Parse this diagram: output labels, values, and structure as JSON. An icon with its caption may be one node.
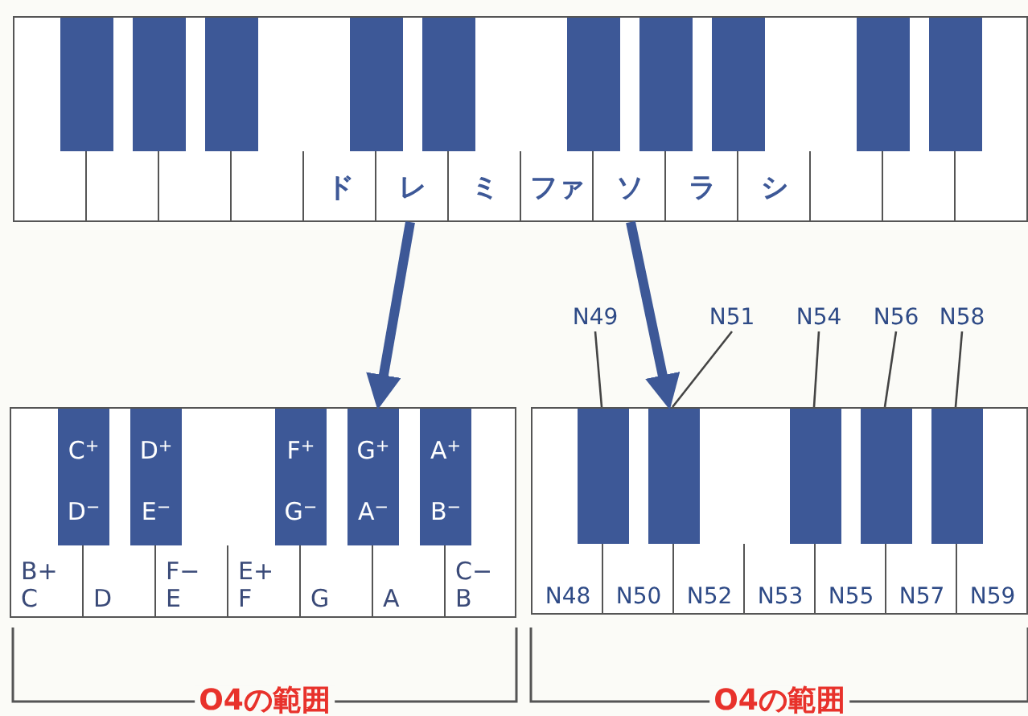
{
  "diagram": {
    "nodes": [
      {
        "text": [
          "ド",
          "レ",
          "ミ",
          "ファ",
          "ソ",
          "ラ",
          "シ"
        ]
      },
      {
        "text": [
          "C$^{+}$",
          "D$^{−}$",
          "D$^{+}$",
          "E$^{−}$",
          "F$^{+}$",
          "G$^{−}$",
          "G$^{+}$",
          "A$^{−}$",
          "A$^{+}$",
          "B$^{−}$",
          "B+",
          "C",
          "D",
          "F−",
          "E",
          "E+",
          "F",
          "G",
          "A",
          "C−",
          "B"
        ]
      },
      {
        "text": [
          "N48",
          "N50",
          "N52",
          "N53",
          "N55",
          "N57",
          "N59"
        ]
      },
      {
        "text": [],
        "shape": "bar",
        "in": 2
      },
      {
        "text": [],
        "shape": "bar",
        "in": 2
      },
      {
        "text": [],
        "shape": "bar",
        "in": 2
      },
      {
        "text": [],
        "shape": "bar",
        "in": 2
      },
      {
        "text": [],
        "shape": "bar",
        "in": 2
      },
      {
        "text": [
          "N49"
        ]
      },
      {
        "text": [
          "N51"
        ]
      },
      {
        "text": [
          "N54"
        ]
      },
      {
        "text": [
          "N56"
        ]
      },
      {
        "text": [
          "N58"
        ]
      }
    ],
    "edges": [
      {
        "from": 0,
        "to": 1,
        "arrow": "to",
        "style": "thick",
        "color": "#3d5897"
      },
      {
        "from": 0,
        "to": 2,
        "arrow": "to",
        "style": "thick",
        "color": "#3d5897"
      },
      {
        "from": 8,
        "to": 3,
        "arrow": "none"
      },
      {
        "from": 9,
        "to": 4,
        "arrow": "none"
      },
      {
        "from": 10,
        "to": 5,
        "arrow": "none"
      },
      {
        "from": 11,
        "to": 6,
        "arrow": "none"
      },
      {
        "from": 12,
        "to": 7,
        "arrow": "none"
      }
    ],
    "labels": [
      "O4の範囲",
      "O4の範囲"
    ]
  }
}
